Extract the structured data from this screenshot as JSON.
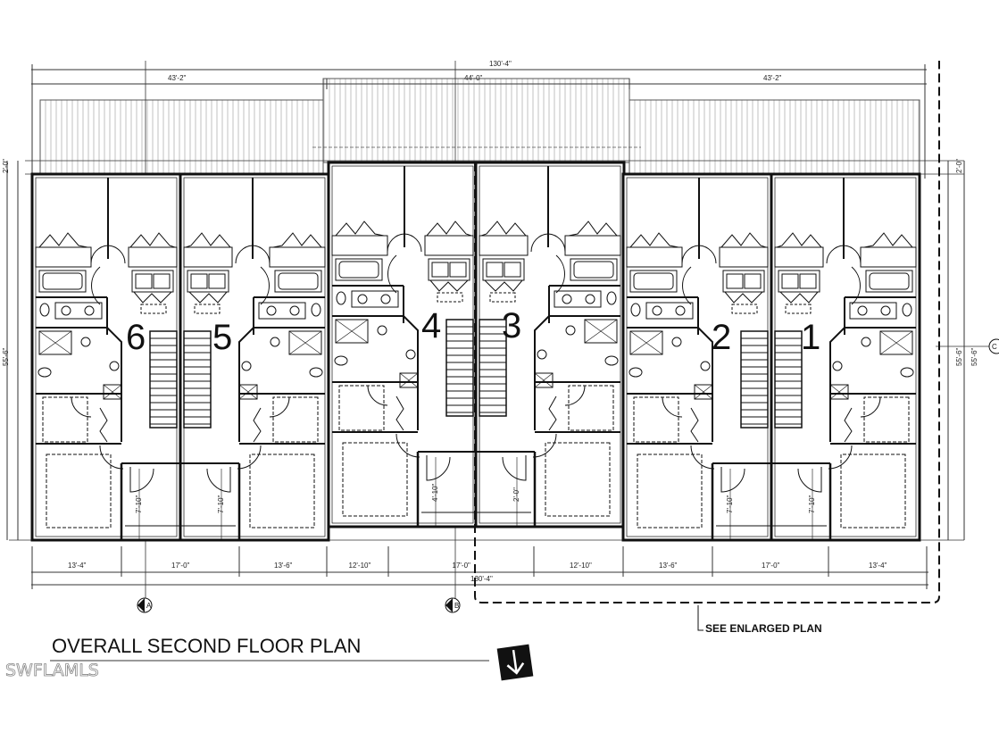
{
  "drawing": {
    "title": "OVERALL SECOND FLOOR PLAN",
    "see_enlarged_note": "SEE ENLARGED PLAN",
    "watermark": "SWFLAMLS",
    "units": [
      "6",
      "5",
      "4",
      "3",
      "2",
      "1"
    ],
    "top_dimensions": {
      "overall": "130'-4\"",
      "segments": [
        "43'-2\"",
        "44'-0\"",
        "43'-2\""
      ]
    },
    "bottom_dimensions": {
      "segments": [
        "13'-4\"",
        "17'-0\"",
        "13'-6\"",
        "12'-10\"",
        "17'-0\"",
        "12'-10\"",
        "13'-6\"",
        "17'-0\"",
        "13'-4\""
      ],
      "overall": "130'-4\""
    },
    "side_dimensions": {
      "left_offset": "2'-0\"",
      "left_depth": "55'-6\"",
      "right_offset": "2'-0\"",
      "right_depth_inner": "55'-6\"",
      "right_depth_outer": "55'-6\""
    },
    "balcony_dimensions": [
      "7'-10\"",
      "7'-10\"",
      "4'-10\"",
      "2'-0\"",
      "7'-10\"",
      "7'-10\""
    ],
    "grid_bubbles": [
      "A",
      "B",
      "C"
    ],
    "north_arrow": "north-arrow-icon"
  }
}
